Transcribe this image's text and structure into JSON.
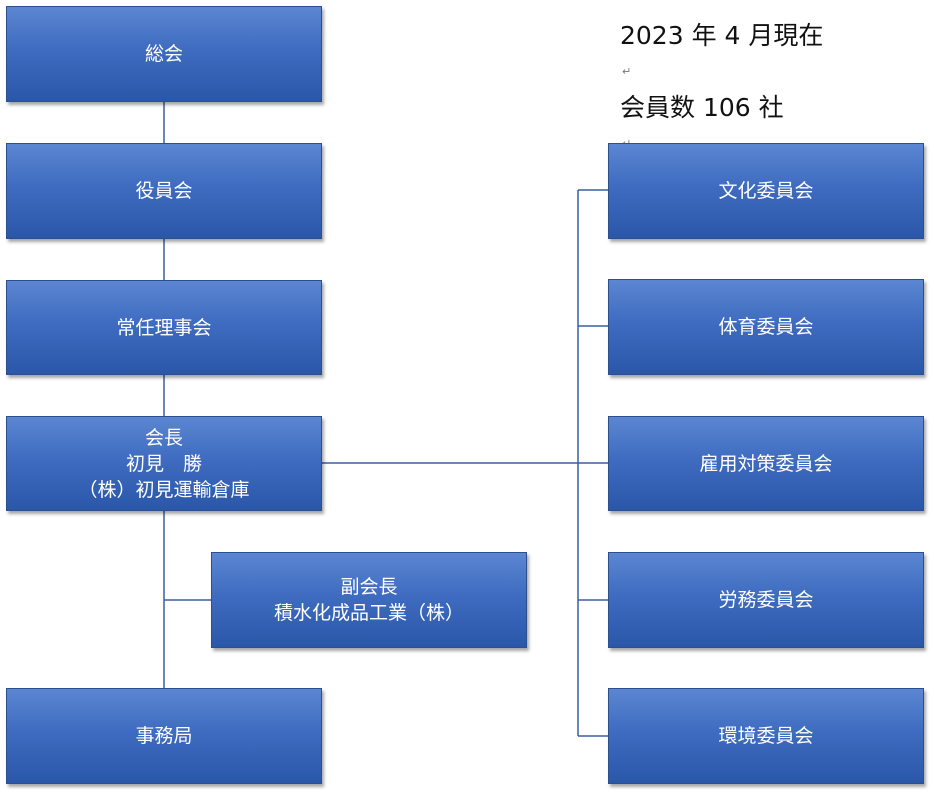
{
  "header": {
    "as_of": "2023 年 4 月現在",
    "members": "会員数 106 社"
  },
  "left_chain": {
    "general_meeting": "総会",
    "board": "役員会",
    "standing_directors": "常任理事会",
    "chairman": {
      "role": "会長",
      "name": "初見　勝",
      "company": "（株）初見運輸倉庫"
    },
    "vice_chairman": {
      "role": "副会長",
      "company": "積水化成品工業（株）"
    },
    "secretariat": "事務局"
  },
  "committees": [
    "文化委員会",
    "体育委員会",
    "雇用対策委員会",
    "労務委員会",
    "環境委員会"
  ],
  "colors": {
    "box_top": "#5b86d2",
    "box_bottom": "#2a57a8",
    "connector": "#3a5fa0"
  }
}
